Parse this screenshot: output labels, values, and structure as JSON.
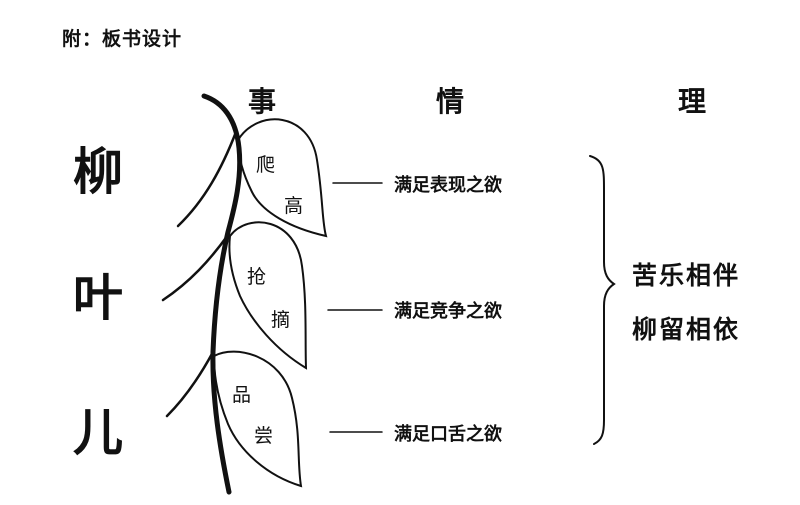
{
  "heading": "附：板书设计",
  "columns": {
    "event": "事",
    "emotion": "情",
    "reason": "理"
  },
  "title_chars": [
    "柳",
    "叶",
    "儿"
  ],
  "leaves": [
    {
      "chars": [
        "爬",
        "高"
      ],
      "desire": "满足表现之欲"
    },
    {
      "chars": [
        "抢",
        "摘"
      ],
      "desire": "满足竞争之欲"
    },
    {
      "chars": [
        "品",
        "尝"
      ],
      "desire": "满足口舌之欲"
    }
  ],
  "summary": [
    "苦乐相伴",
    "柳留相依"
  ]
}
